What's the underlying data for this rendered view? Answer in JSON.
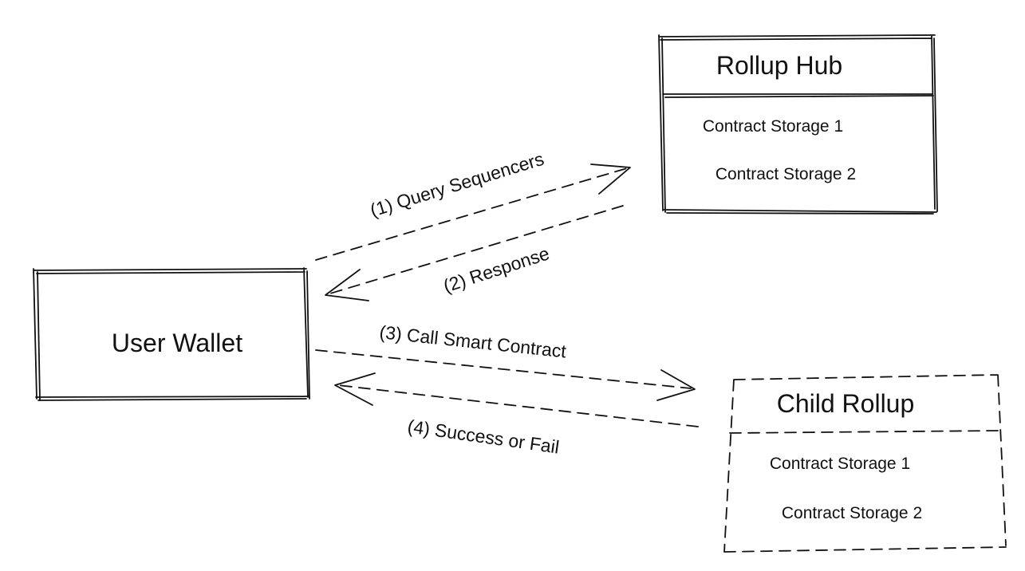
{
  "nodes": {
    "user_wallet": {
      "title": "User Wallet"
    },
    "rollup_hub": {
      "title": "Rollup Hub",
      "items": [
        "Contract Storage 1",
        "Contract Storage 2"
      ]
    },
    "child_rollup": {
      "title": "Child Rollup",
      "items": [
        "Contract Storage 1",
        "Contract Storage 2"
      ]
    }
  },
  "edges": [
    {
      "label": "(1) Query Sequencers",
      "from": "User Wallet",
      "to": "Rollup Hub",
      "style": "dashed"
    },
    {
      "label": "(2) Response",
      "from": "Rollup Hub",
      "to": "User Wallet",
      "style": "dashed"
    },
    {
      "label": "(3) Call Smart Contract",
      "from": "User Wallet",
      "to": "Child Rollup",
      "style": "dashed"
    },
    {
      "label": "(4) Success or Fail",
      "from": "Child Rollup",
      "to": "User Wallet",
      "style": "dashed"
    }
  ],
  "colors": {
    "ink": "#111111",
    "background": "#ffffff"
  }
}
